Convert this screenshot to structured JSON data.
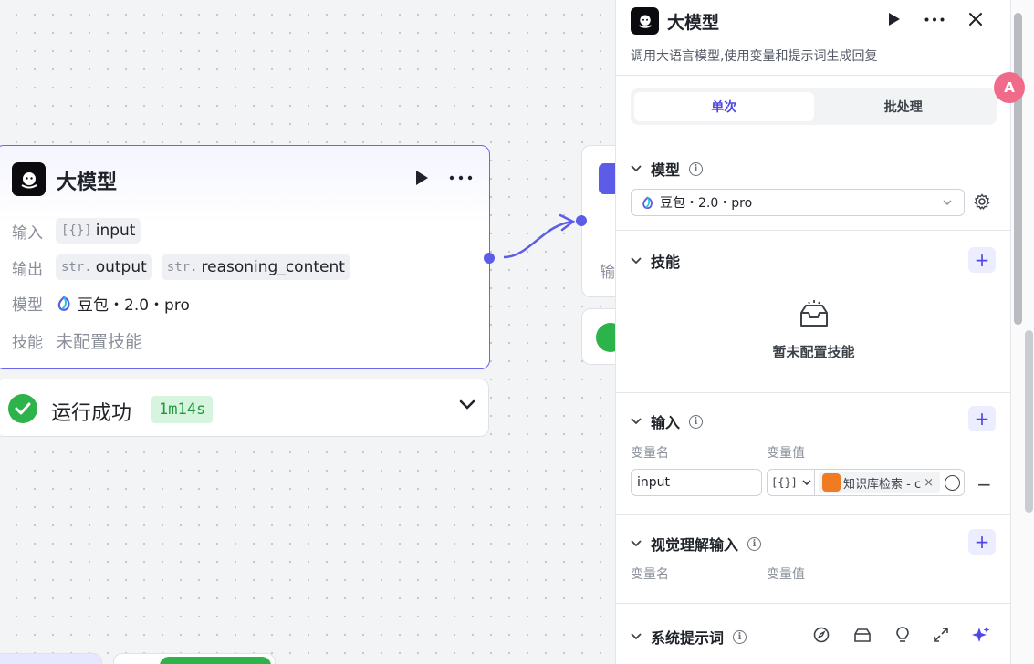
{
  "node": {
    "title": "大模型",
    "input_label": "输入",
    "input_type": "[{}]",
    "input_name": "input",
    "output_label": "输出",
    "output_type1": "str.",
    "output_name1": "output",
    "output_type2": "str.",
    "output_name2": "reasoning_content",
    "model_label": "模型",
    "model_value": "豆包・2.0・pro",
    "skill_label": "技能",
    "skill_value": "未配置技能"
  },
  "status": {
    "text": "运行成功",
    "time": "1m14s"
  },
  "node2": {
    "label": "输"
  },
  "panel": {
    "title": "大模型",
    "description": "调用大语言模型,使用变量和提示词生成回复",
    "tabs": [
      "单次",
      "批处理"
    ],
    "model_section": "模型",
    "model_value": "豆包・2.0・pro",
    "skill_section": "技能",
    "skill_empty": "暂未配置技能",
    "input_section": "输入",
    "var_name_col": "变量名",
    "var_value_col": "变量值",
    "input_var_name": "input",
    "input_var_type": "[{}]",
    "input_var_ref": "知识库检索 - c",
    "vision_section": "视觉理解输入",
    "vision_var_name_col": "变量名",
    "vision_var_value_col": "变量值",
    "system_prompt_section": "系统提示词",
    "translate_label": "A"
  },
  "colors": {
    "accent": "#5c5ce6",
    "success": "#2cb34a",
    "kb_orange": "#f07b22"
  }
}
